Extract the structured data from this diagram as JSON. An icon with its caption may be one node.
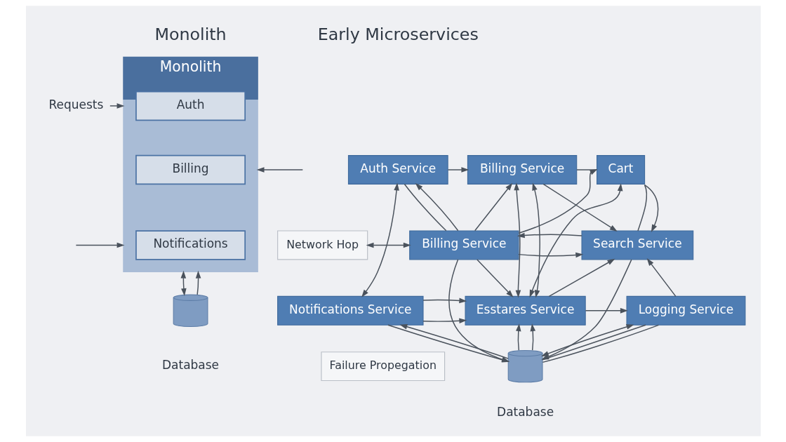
{
  "diagram": {
    "nodes": [
      {
        "text": [
          "Monolith"
        ]
      },
      {
        "text": [
          "Auth"
        ],
        "in": 0
      },
      {
        "text": [
          "Billing"
        ],
        "in": 0
      },
      {
        "text": [
          "Notifications"
        ],
        "in": 0
      },
      {
        "text": [
          "Requests"
        ]
      },
      {
        "text": [],
        "shape": "cylinder",
        "beside": [
          "Database"
        ]
      },
      {
        "text": [
          "Auth Service"
        ]
      },
      {
        "text": [
          "Billing Service"
        ]
      },
      {
        "text": [
          "Cart"
        ]
      },
      {
        "text": [
          "Billing Service"
        ]
      },
      {
        "text": [
          "Network Hop"
        ]
      },
      {
        "text": [
          "Search Service"
        ]
      },
      {
        "text": [
          "Notifications Service"
        ]
      },
      {
        "text": [
          "Esstares Service"
        ]
      },
      {
        "text": [
          "Logging Service"
        ]
      },
      {
        "text": [
          "Failure Propegation"
        ]
      },
      {
        "text": [],
        "shape": "cylinder",
        "beside": [
          "Database"
        ]
      }
    ],
    "edges": [
      {
        "from": 4,
        "to": 0,
        "arrow": "to"
      },
      {
        "from": null,
        "to": 0,
        "arrow": "to"
      },
      {
        "from": null,
        "to": 0,
        "arrow": "to"
      },
      {
        "from": 0,
        "to": 5,
        "arrow": "both"
      },
      {
        "from": 5,
        "to": 0,
        "arrow": "to"
      },
      {
        "from": 6,
        "to": 7,
        "arrow": "to"
      },
      {
        "from": 9,
        "to": 6,
        "arrow": "to"
      },
      {
        "from": 6,
        "to": 12,
        "arrow": "both"
      },
      {
        "from": 6,
        "to": 9,
        "arrow": "none"
      },
      {
        "from": 10,
        "to": 9,
        "arrow": "both"
      },
      {
        "from": 9,
        "to": 8,
        "arrow": "to"
      },
      {
        "from": 9,
        "to": 7,
        "arrow": "to"
      },
      {
        "from": 7,
        "to": 8,
        "arrow": "none"
      },
      {
        "from": 8,
        "to": 11,
        "arrow": "none"
      },
      {
        "from": 8,
        "to": 11,
        "arrow": "to"
      },
      {
        "from": 7,
        "to": 11,
        "arrow": "to"
      },
      {
        "from": 9,
        "to": 11,
        "arrow": "to"
      },
      {
        "from": 7,
        "to": 13,
        "arrow": "both"
      },
      {
        "from": 7,
        "to": 13,
        "arrow": "both"
      },
      {
        "from": 8,
        "to": 13,
        "arrow": "both"
      },
      {
        "from": 11,
        "to": 9,
        "arrow": "to"
      },
      {
        "from": 9,
        "to": 16,
        "arrow": "to"
      },
      {
        "from": 9,
        "to": 13,
        "arrow": "to"
      },
      {
        "from": 12,
        "to": 13,
        "arrow": "to"
      },
      {
        "from": 12,
        "to": 13,
        "arrow": "to"
      },
      {
        "from": 16,
        "to": 12,
        "arrow": "to"
      },
      {
        "from": 12,
        "to": 16,
        "arrow": "to"
      },
      {
        "from": 16,
        "to": 13,
        "arrow": "to"
      },
      {
        "from": 16,
        "to": 13,
        "arrow": "to"
      },
      {
        "from": 13,
        "to": 11,
        "arrow": "to"
      },
      {
        "from": 13,
        "to": 14,
        "arrow": "to"
      },
      {
        "from": 14,
        "to": 16,
        "arrow": "both"
      },
      {
        "from": 11,
        "to": 16,
        "arrow": "to"
      },
      {
        "from": 14,
        "to": 11,
        "arrow": "to"
      },
      {
        "from": 16,
        "to": 14,
        "arrow": "none"
      },
      {
        "from": 16,
        "to": 14,
        "arrow": "none"
      }
    ],
    "labels": [
      "Monolith",
      "Early Microservices"
    ]
  }
}
